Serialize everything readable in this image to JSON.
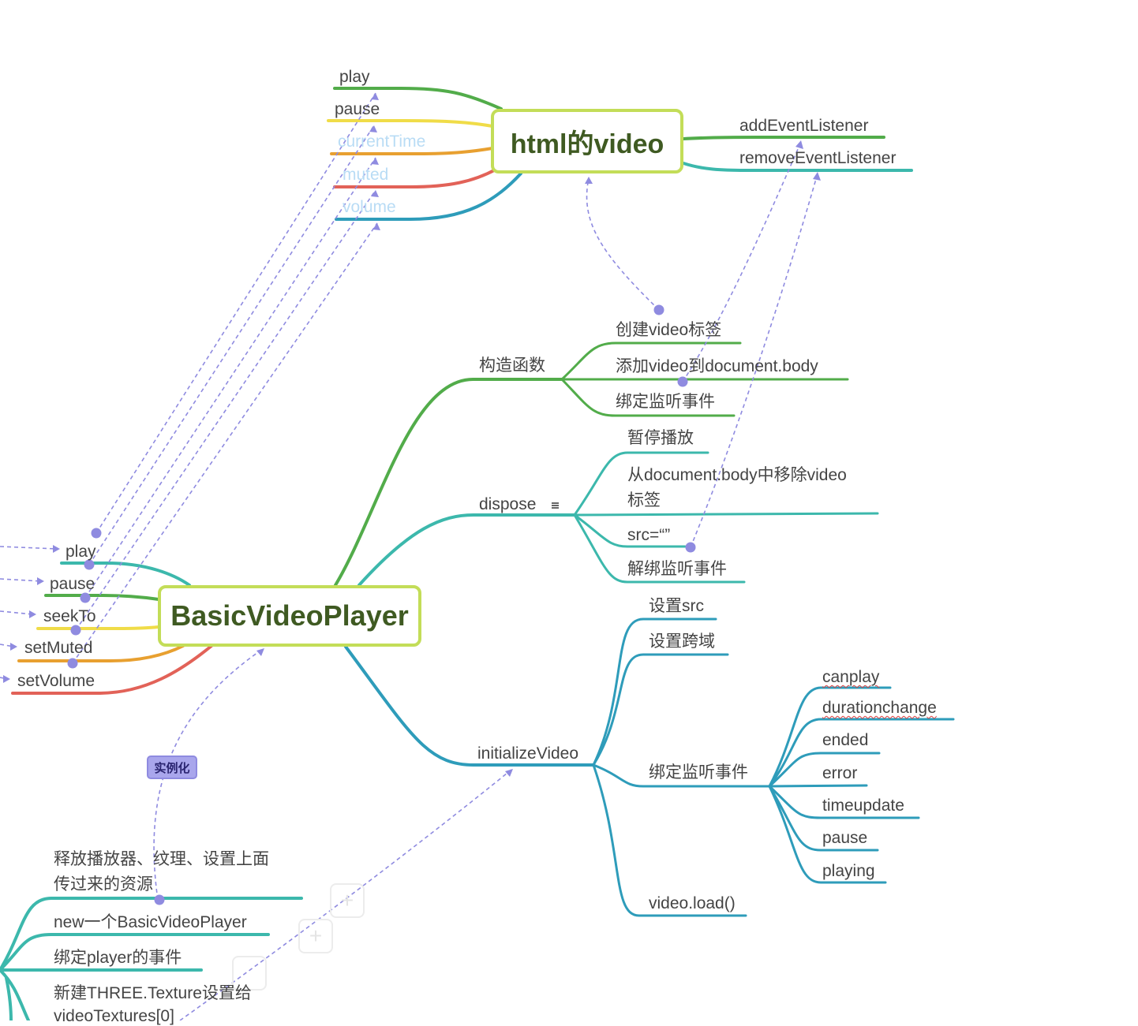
{
  "central_topics": {
    "html_video": "html的video",
    "player": "BasicVideoPlayer"
  },
  "html_video_branches": {
    "left": [
      "play",
      "pause",
      "currentTime",
      "muted",
      "volume"
    ],
    "right": [
      "addEventListener",
      "removeEventListener"
    ]
  },
  "player_methods_left": [
    "play",
    "pause",
    "seekTo",
    "setMuted",
    "setVolume"
  ],
  "constructor": {
    "label": "构造函数",
    "items": [
      "创建video标签",
      "添加video到document.body",
      "绑定监听事件"
    ]
  },
  "dispose": {
    "label": "dispose",
    "items": [
      "暂停播放",
      "从document.body中移除video",
      "标签",
      "src=“”",
      "解绑监听事件"
    ]
  },
  "initialize_video": {
    "label": "initializeVideo",
    "items": [
      "设置src",
      "设置跨域",
      "video.load()"
    ],
    "listener": {
      "label": "绑定监听事件",
      "events": [
        "canplay",
        "durationchange",
        "ended",
        "error",
        "timeupdate",
        "pause",
        "playing"
      ]
    }
  },
  "relation_label": "实例化",
  "bottom_topic": {
    "items": [
      "释放播放器、纹理、设置上面",
      "传过来的资源",
      "new一个BasicVideoPlayer",
      "绑定player的事件",
      "新建THREE.Texture设置给",
      "videoTextures[0]"
    ]
  },
  "colors": {
    "green": "#52ac4a",
    "teal": "#3cb8ac",
    "blue": "#2e9cba",
    "yellow": "#f0dc48",
    "orange": "#e8a030",
    "red": "#e26258",
    "relation": "#8f8be0",
    "central_border": "#c3dd58"
  }
}
